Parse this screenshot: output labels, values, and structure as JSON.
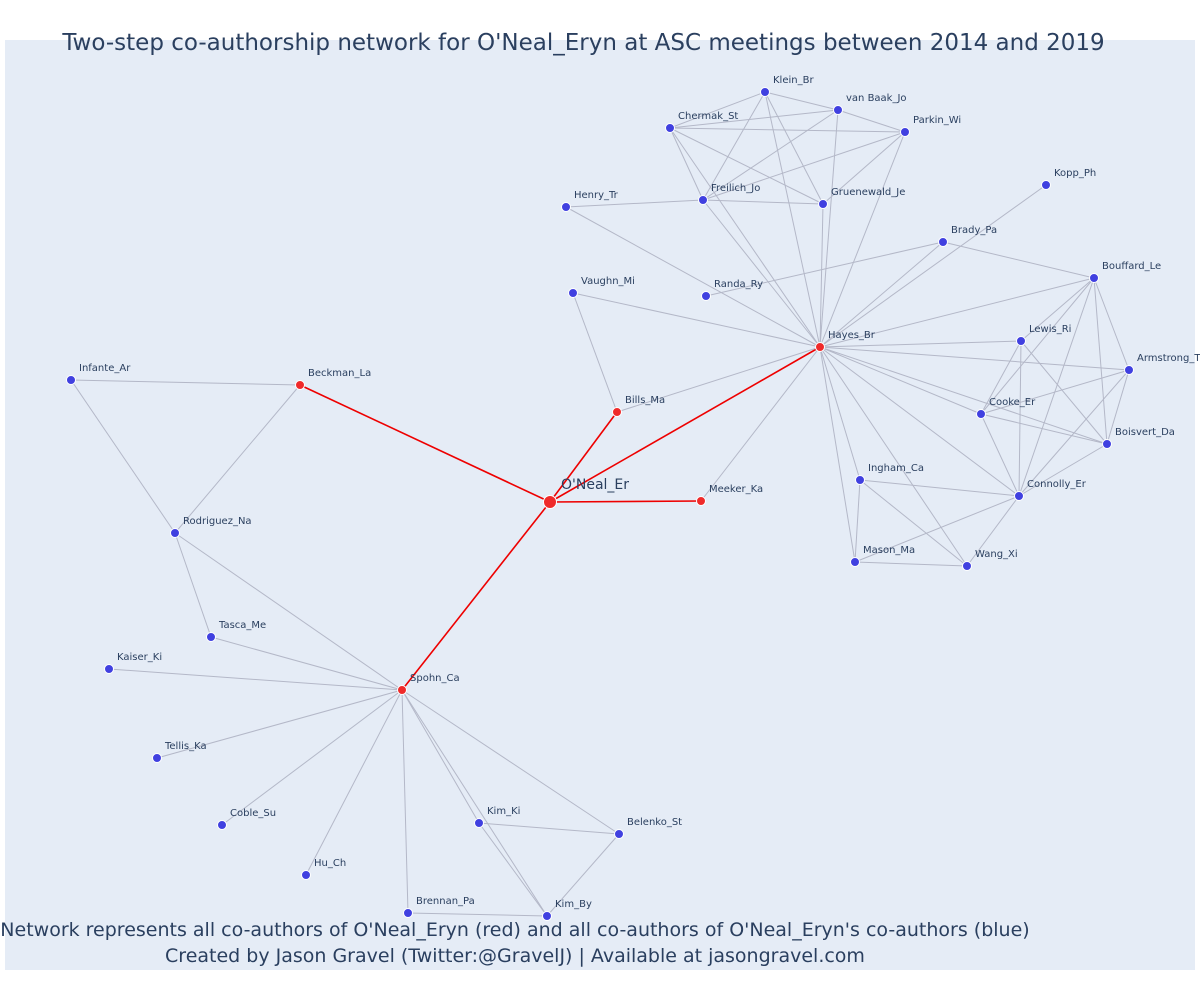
{
  "title": "Two-step co-authorship network for O'Neal_Eryn at ASC meetings between 2014 and 2019",
  "footer": {
    "line1": "Network represents all co-authors of O'Neal_Eryn (red) and all co-authors of O'Neal_Eryn's co-authors (blue)",
    "line2": "Created by Jason Gravel (Twitter:@GravelJ) | Available at jasongravel.com"
  },
  "colors": {
    "direct": "#ef2a2a",
    "second_step": "#4040e0",
    "edge_direct": "#ee0000",
    "edge_other": "#b4b8c8"
  },
  "focal": "O'Neal_Er",
  "nodes": [
    {
      "id": "O'Neal_Er",
      "group": "focal"
    },
    {
      "id": "Hayes_Br",
      "group": "direct"
    },
    {
      "id": "Bills_Ma",
      "group": "direct"
    },
    {
      "id": "Meeker_Ka",
      "group": "direct"
    },
    {
      "id": "Beckman_La",
      "group": "direct"
    },
    {
      "id": "Spohn_Ca",
      "group": "direct"
    },
    {
      "id": "Klein_Br",
      "group": "second"
    },
    {
      "id": "van Baak_Jo",
      "group": "second"
    },
    {
      "id": "Chermak_St",
      "group": "second"
    },
    {
      "id": "Parkin_Wi",
      "group": "second"
    },
    {
      "id": "Kopp_Ph",
      "group": "second"
    },
    {
      "id": "Henry_Tr",
      "group": "second"
    },
    {
      "id": "Freilich_Jo",
      "group": "second"
    },
    {
      "id": "Gruenewald_Je",
      "group": "second"
    },
    {
      "id": "Brady_Pa",
      "group": "second"
    },
    {
      "id": "Bouffard_Le",
      "group": "second"
    },
    {
      "id": "Vaughn_Mi",
      "group": "second"
    },
    {
      "id": "Randa_Ry",
      "group": "second"
    },
    {
      "id": "Lewis_Ri",
      "group": "second"
    },
    {
      "id": "Armstrong_T",
      "group": "second"
    },
    {
      "id": "Cooke_Er",
      "group": "second"
    },
    {
      "id": "Boisvert_Da",
      "group": "second"
    },
    {
      "id": "Ingham_Ca",
      "group": "second"
    },
    {
      "id": "Connolly_Er",
      "group": "second"
    },
    {
      "id": "Mason_Ma",
      "group": "second"
    },
    {
      "id": "Wang_Xi",
      "group": "second"
    },
    {
      "id": "Infante_Ar",
      "group": "second"
    },
    {
      "id": "Rodriguez_Na",
      "group": "second"
    },
    {
      "id": "Tasca_Me",
      "group": "second"
    },
    {
      "id": "Kaiser_Ki",
      "group": "second"
    },
    {
      "id": "Tellis_Ka",
      "group": "second"
    },
    {
      "id": "Coble_Su",
      "group": "second"
    },
    {
      "id": "Hu_Ch",
      "group": "second"
    },
    {
      "id": "Kim_Ki",
      "group": "second"
    },
    {
      "id": "Belenko_St",
      "group": "second"
    },
    {
      "id": "Brennan_Pa",
      "group": "second"
    },
    {
      "id": "Kim_By",
      "group": "second"
    }
  ],
  "edges": [
    [
      "O'Neal_Er",
      "Hayes_Br"
    ],
    [
      "O'Neal_Er",
      "Bills_Ma"
    ],
    [
      "O'Neal_Er",
      "Meeker_Ka"
    ],
    [
      "O'Neal_Er",
      "Beckman_La"
    ],
    [
      "O'Neal_Er",
      "Spohn_Ca"
    ],
    [
      "Bills_Ma",
      "Hayes_Br"
    ],
    [
      "Meeker_Ka",
      "Hayes_Br"
    ],
    [
      "Bills_Ma",
      "Vaughn_Mi"
    ],
    [
      "Vaughn_Mi",
      "Hayes_Br"
    ],
    [
      "Henry_Tr",
      "Hayes_Br"
    ],
    [
      "Henry_Tr",
      "Freilich_Jo"
    ],
    [
      "Randa_Ry",
      "Brady_Pa"
    ],
    [
      "Chermak_St",
      "Klein_Br"
    ],
    [
      "Chermak_St",
      "van Baak_Jo"
    ],
    [
      "Chermak_St",
      "Parkin_Wi"
    ],
    [
      "Chermak_St",
      "Freilich_Jo"
    ],
    [
      "Chermak_St",
      "Gruenewald_Je"
    ],
    [
      "Chermak_St",
      "Hayes_Br"
    ],
    [
      "Klein_Br",
      "van Baak_Jo"
    ],
    [
      "Klein_Br",
      "Freilich_Jo"
    ],
    [
      "Klein_Br",
      "Gruenewald_Je"
    ],
    [
      "Klein_Br",
      "Hayes_Br"
    ],
    [
      "van Baak_Jo",
      "Freilich_Jo"
    ],
    [
      "van Baak_Jo",
      "Parkin_Wi"
    ],
    [
      "van Baak_Jo",
      "Hayes_Br"
    ],
    [
      "Parkin_Wi",
      "Freilich_Jo"
    ],
    [
      "Parkin_Wi",
      "Gruenewald_Je"
    ],
    [
      "Parkin_Wi",
      "Hayes_Br"
    ],
    [
      "Freilich_Jo",
      "Gruenewald_Je"
    ],
    [
      "Freilich_Jo",
      "Hayes_Br"
    ],
    [
      "Gruenewald_Je",
      "Hayes_Br"
    ],
    [
      "Kopp_Ph",
      "Hayes_Br"
    ],
    [
      "Brady_Pa",
      "Hayes_Br"
    ],
    [
      "Brady_Pa",
      "Bouffard_Le"
    ],
    [
      "Bouffard_Le",
      "Hayes_Br"
    ],
    [
      "Bouffard_Le",
      "Lewis_Ri"
    ],
    [
      "Bouffard_Le",
      "Armstrong_T"
    ],
    [
      "Bouffard_Le",
      "Cooke_Er"
    ],
    [
      "Bouffard_Le",
      "Boisvert_Da"
    ],
    [
      "Bouffard_Le",
      "Connolly_Er"
    ],
    [
      "Lewis_Ri",
      "Hayes_Br"
    ],
    [
      "Lewis_Ri",
      "Cooke_Er"
    ],
    [
      "Lewis_Ri",
      "Boisvert_Da"
    ],
    [
      "Lewis_Ri",
      "Connolly_Er"
    ],
    [
      "Armstrong_T",
      "Hayes_Br"
    ],
    [
      "Armstrong_T",
      "Cooke_Er"
    ],
    [
      "Armstrong_T",
      "Boisvert_Da"
    ],
    [
      "Armstrong_T",
      "Connolly_Er"
    ],
    [
      "Cooke_Er",
      "Hayes_Br"
    ],
    [
      "Cooke_Er",
      "Boisvert_Da"
    ],
    [
      "Cooke_Er",
      "Connolly_Er"
    ],
    [
      "Boisvert_Da",
      "Hayes_Br"
    ],
    [
      "Boisvert_Da",
      "Connolly_Er"
    ],
    [
      "Connolly_Er",
      "Hayes_Br"
    ],
    [
      "Connolly_Er",
      "Ingham_Ca"
    ],
    [
      "Connolly_Er",
      "Mason_Ma"
    ],
    [
      "Connolly_Er",
      "Wang_Xi"
    ],
    [
      "Ingham_Ca",
      "Hayes_Br"
    ],
    [
      "Ingham_Ca",
      "Mason_Ma"
    ],
    [
      "Ingham_Ca",
      "Wang_Xi"
    ],
    [
      "Mason_Ma",
      "Hayes_Br"
    ],
    [
      "Mason_Ma",
      "Wang_Xi"
    ],
    [
      "Wang_Xi",
      "Hayes_Br"
    ],
    [
      "Beckman_La",
      "Infante_Ar"
    ],
    [
      "Beckman_La",
      "Rodriguez_Na"
    ],
    [
      "Infante_Ar",
      "Rodriguez_Na"
    ],
    [
      "Rodriguez_Na",
      "Tasca_Me"
    ],
    [
      "Rodriguez_Na",
      "Spohn_Ca"
    ],
    [
      "Tasca_Me",
      "Spohn_Ca"
    ],
    [
      "Kaiser_Ki",
      "Spohn_Ca"
    ],
    [
      "Tellis_Ka",
      "Spohn_Ca"
    ],
    [
      "Coble_Su",
      "Spohn_Ca"
    ],
    [
      "Hu_Ch",
      "Spohn_Ca"
    ],
    [
      "Kim_Ki",
      "Spohn_Ca"
    ],
    [
      "Kim_Ki",
      "Belenko_St"
    ],
    [
      "Kim_Ki",
      "Kim_By"
    ],
    [
      "Belenko_St",
      "Spohn_Ca"
    ],
    [
      "Belenko_St",
      "Kim_By"
    ],
    [
      "Brennan_Pa",
      "Spohn_Ca"
    ],
    [
      "Brennan_Pa",
      "Kim_By"
    ],
    [
      "Kim_By",
      "Spohn_Ca"
    ]
  ]
}
